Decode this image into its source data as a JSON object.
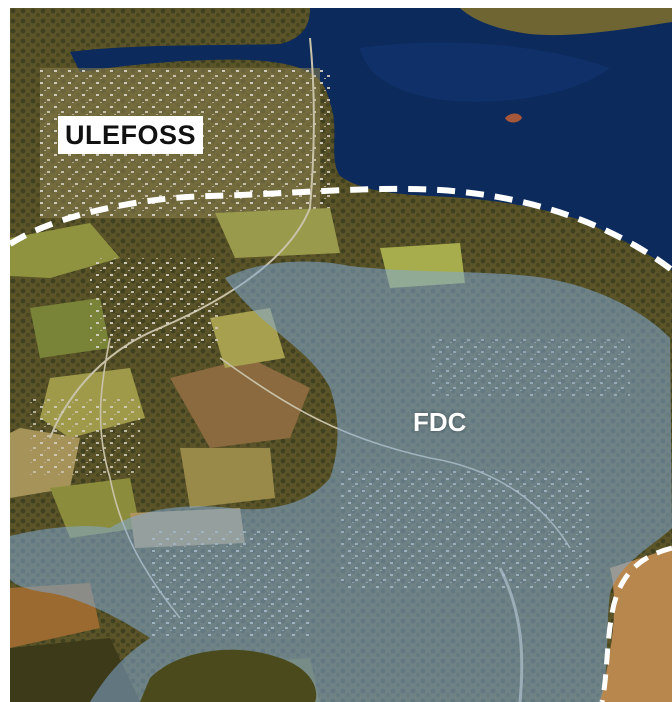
{
  "map": {
    "town_label": "ULEFOSS",
    "zone_label": "FDC",
    "colors": {
      "lake": "#0c2a5c",
      "land_dark": "#3e3a1c",
      "field_green": "#8a8f3a",
      "field_brown": "#8a6a3e",
      "zone_fill": "#7fa8d2",
      "boundary_line": "#ffffff",
      "label_box": "#ffffff"
    },
    "zone_opacity": 0.55,
    "boundary_style": "dashed"
  }
}
